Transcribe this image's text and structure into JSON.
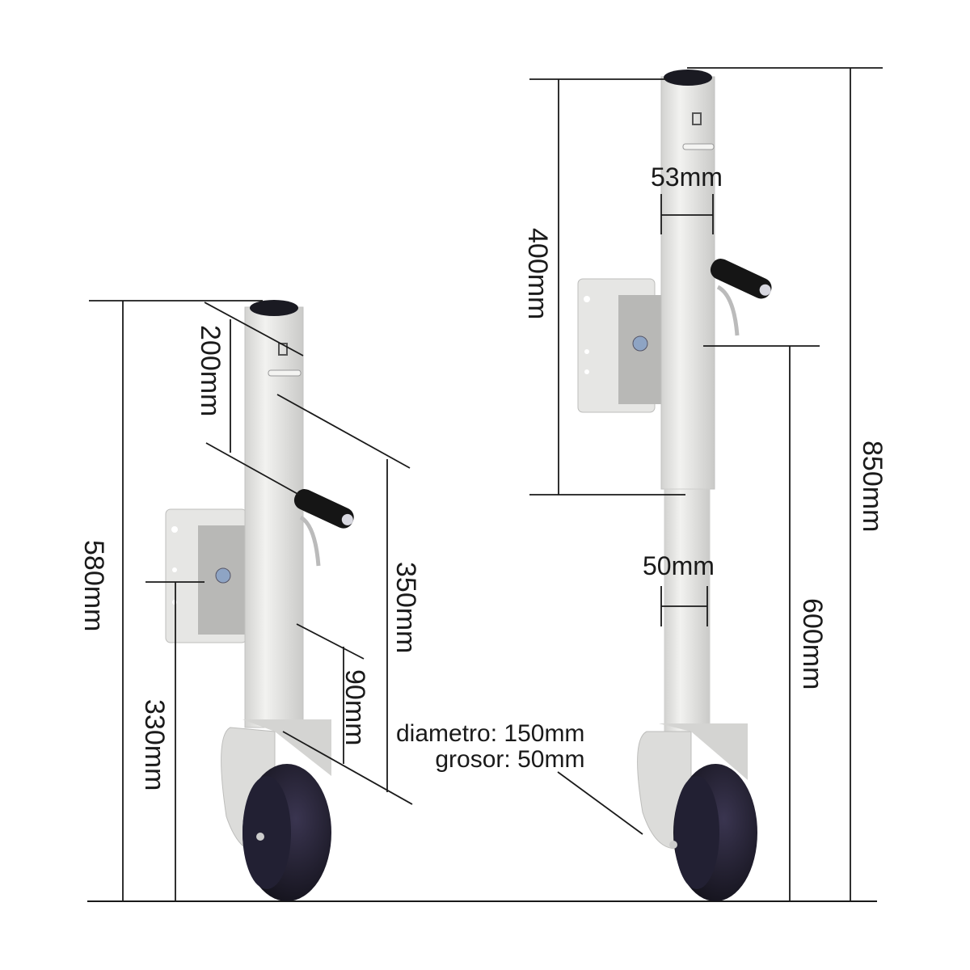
{
  "diagram": {
    "subject": "trailer jack with swivel wheel",
    "views": [
      {
        "id": "retracted",
        "labels": {
          "total_height": "580mm",
          "top_to_handle": "200mm",
          "handle_to_foot": "350mm",
          "mount_to_ground": "330mm",
          "lower_tube": "90mm"
        }
      },
      {
        "id": "extended",
        "labels": {
          "total_height": "850mm",
          "outer_tube": "400mm",
          "outer_diameter": "53mm",
          "inner_diameter": "50mm",
          "mount_to_ground": "600mm"
        }
      }
    ],
    "wheel_note": {
      "line1": "diametro: 150mm",
      "line2": "grosor: 50mm"
    },
    "colors": {
      "background": "#ffffff",
      "metal": "#e4e4e2",
      "metal_shade": "#c9c9c7",
      "wheel": "#1c1a2a",
      "dimension_line": "#1a1a1a"
    }
  }
}
